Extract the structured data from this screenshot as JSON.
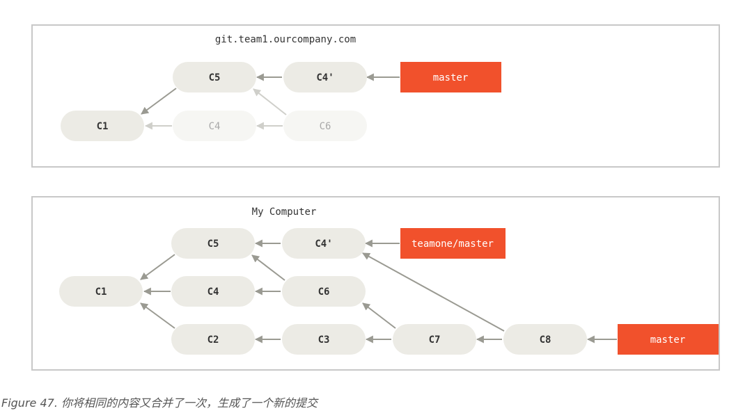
{
  "colors": {
    "commit_fill": "#ecebe5",
    "commit_fill_faded": "#f6f6f3",
    "branch_fill": "#f1512c",
    "arrow": "#9a9a92",
    "arrow_faded": "#cfcfca"
  },
  "top_panel": {
    "title": "git.team1.ourcompany.com",
    "commits": {
      "c1": "C1",
      "c5": "C5",
      "c4p": "C4'",
      "c4": "C4",
      "c6": "C6"
    },
    "branch": "master"
  },
  "bottom_panel": {
    "title": "My Computer",
    "commits": {
      "c1": "C1",
      "c5": "C5",
      "c4p": "C4'",
      "c4": "C4",
      "c6": "C6",
      "c2": "C2",
      "c3": "C3",
      "c7": "C7",
      "c8": "C8"
    },
    "branches": {
      "remote": "teamone/master",
      "local": "master"
    }
  },
  "caption": "Figure 47. 你将相同的内容又合并了一次，生成了一个新的提交"
}
